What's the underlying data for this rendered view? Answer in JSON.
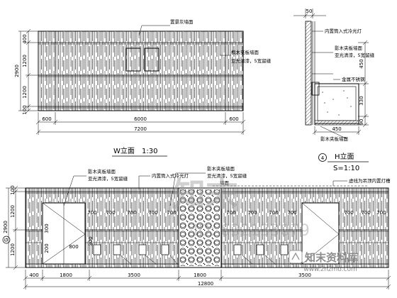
{
  "w_elevation": {
    "title": "W立面",
    "scale": "1:30",
    "notes": {
      "top_callout": "置景灰墙面",
      "right_callout_1": "枫木夹板墙面",
      "right_callout_2": "亚光清漆，5宽留缝"
    },
    "height_dims": [
      "400",
      "1200",
      "2900",
      "1200",
      "100"
    ],
    "width_dims": [
      "600",
      "6000",
      "600"
    ],
    "total_width": "7200"
  },
  "h_section": {
    "title": "H立面",
    "scale": "S=1:10",
    "circle_label": "4",
    "notes": {
      "n1": "内置筒入式冷光灯",
      "n2": "影木夹板墙面",
      "n3": "亚光清漆，5宽留缝",
      "n4": "金属不锈钢",
      "n5": "影木夹板墙面"
    },
    "height_dims": [
      "50",
      "450",
      "330",
      "90"
    ],
    "width_dim": "450"
  },
  "bottom_elevation": {
    "circle_label": "G",
    "notes": {
      "left_1": "影木夹板墙面",
      "left_2": "亚光清漆，5宽留缝",
      "mid": "内置筒入式冷光灯",
      "center_1": "影木夹板墙面",
      "center_2": "亚光清漆，5宽留缝",
      "tag": "墙面",
      "right": "虚线为吊顶内置灯槽"
    },
    "height_dims": [
      "100",
      "1200",
      "2900",
      "1200"
    ],
    "panel_dims": [
      "700",
      "700",
      "700",
      "700",
      "700",
      "700",
      "700",
      "700",
      "700",
      "700",
      "700",
      "700"
    ],
    "inner_dims": [
      "300",
      "800",
      "200",
      "300"
    ],
    "width_dims": [
      "400",
      "1800",
      "3500",
      "1800",
      "3500"
    ],
    "total_width": "12800"
  },
  "watermark": {
    "logo_text": "知末",
    "id_text": "ID: 632133079",
    "site_cn": "知末资料库",
    "site_url": "www.znzmo.com"
  }
}
